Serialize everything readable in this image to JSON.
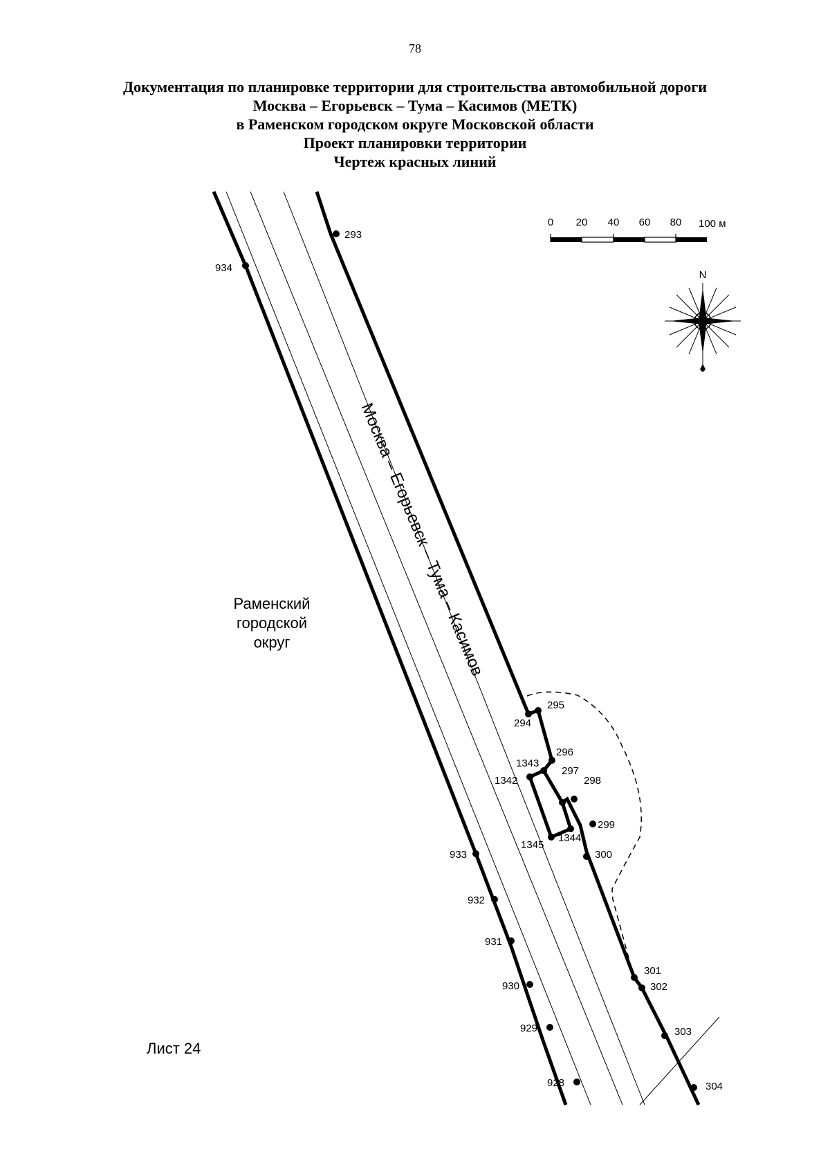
{
  "page_number": "78",
  "title_lines": [
    "Документация по планировке территории для строительства автомобильной дороги",
    "Москва – Егорьевск – Тума – Касимов (МЕТК)",
    "в Раменском городском округе Московской области",
    "Проект планировки территории",
    "Чертеж красных линий"
  ],
  "scale_bar": {
    "ticks": [
      "0",
      "20",
      "40",
      "60",
      "80",
      "100 м"
    ]
  },
  "compass": {
    "north_label": "N"
  },
  "road_name": "Москва – Егорьевск – Тума – Касимов",
  "district_label": [
    "Раменский",
    "городской",
    "округ"
  ],
  "sheet_label": "Лист 24",
  "point_labels": {
    "p293": "293",
    "p934": "934",
    "p294": "294",
    "p295": "295",
    "p296": "296",
    "p1343": "1343",
    "p1342": "1342",
    "p297": "297",
    "p298": "298",
    "p299": "299",
    "p1345": "1345",
    "p1344": "1344",
    "p300": "300",
    "p933": "933",
    "p932": "932",
    "p931": "931",
    "p930": "930",
    "p929": "929",
    "p928": "928",
    "p301": "301",
    "p302": "302",
    "p303": "303",
    "p304": "304"
  }
}
